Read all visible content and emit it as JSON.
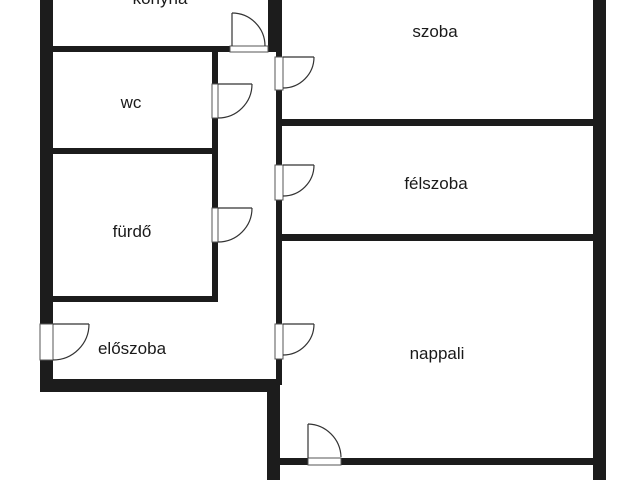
{
  "floorplan": {
    "wall_color": "#1c1c1c",
    "door_color": "#333333",
    "rooms": {
      "kitchen": "konyha",
      "room": "szoba",
      "wc": "wc",
      "half_room": "félszoba",
      "bathroom": "fürdő",
      "hallway": "előszoba",
      "living_room": "nappali"
    }
  }
}
